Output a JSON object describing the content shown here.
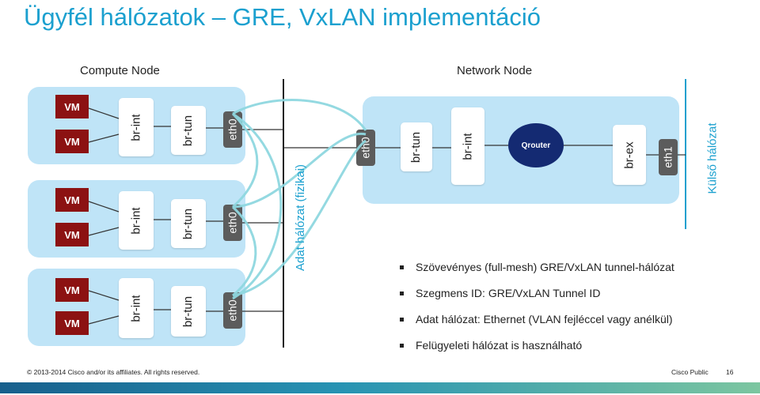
{
  "title": "Ügyfél hálózatok – GRE, VxLAN implementáció",
  "compute_node": {
    "label": "Compute Node",
    "rows": [
      {
        "vms": [
          "VM",
          "VM"
        ],
        "br_int": "br-int",
        "br_tun": "br-tun",
        "eth": "eth0"
      },
      {
        "vms": [
          "VM",
          "VM"
        ],
        "br_int": "br-int",
        "br_tun": "br-tun",
        "eth": "eth0"
      },
      {
        "vms": [
          "VM",
          "VM"
        ],
        "br_int": "br-int",
        "br_tun": "br-tun",
        "eth": "eth0"
      }
    ]
  },
  "data_network_label": "Adat hálózat (fizikai)",
  "network_node": {
    "label": "Network Node",
    "eth0": "eth0",
    "br_tun": "br-tun",
    "br_int": "br-int",
    "qrouter": "Qrouter",
    "br_ex": "br-ex",
    "eth1": "eth1"
  },
  "external_network_label": "Külső hálózat",
  "bullets": [
    "Szövevényes (full-mesh) GRE/VxLAN tunnel-hálózat",
    "Szegmens ID: GRE/VxLAN Tunnel ID",
    "Adat hálózat: Ethernet (VLAN fejléccel vagy anélkül)",
    "Felügyeleti hálózat is használható"
  ],
  "footer": {
    "copyright": "© 2013-2014  Cisco and/or its affiliates. All rights reserved.",
    "classification": "Cisco Public",
    "page": "16"
  },
  "colors": {
    "title": "#1ba0cf",
    "panel": "#bfe4f7",
    "vm": "#8c1212",
    "eth": "#5c5c5c",
    "qrouter": "#142a72",
    "tunnel": "#8fd8e0",
    "external": "#1ba0cf"
  }
}
